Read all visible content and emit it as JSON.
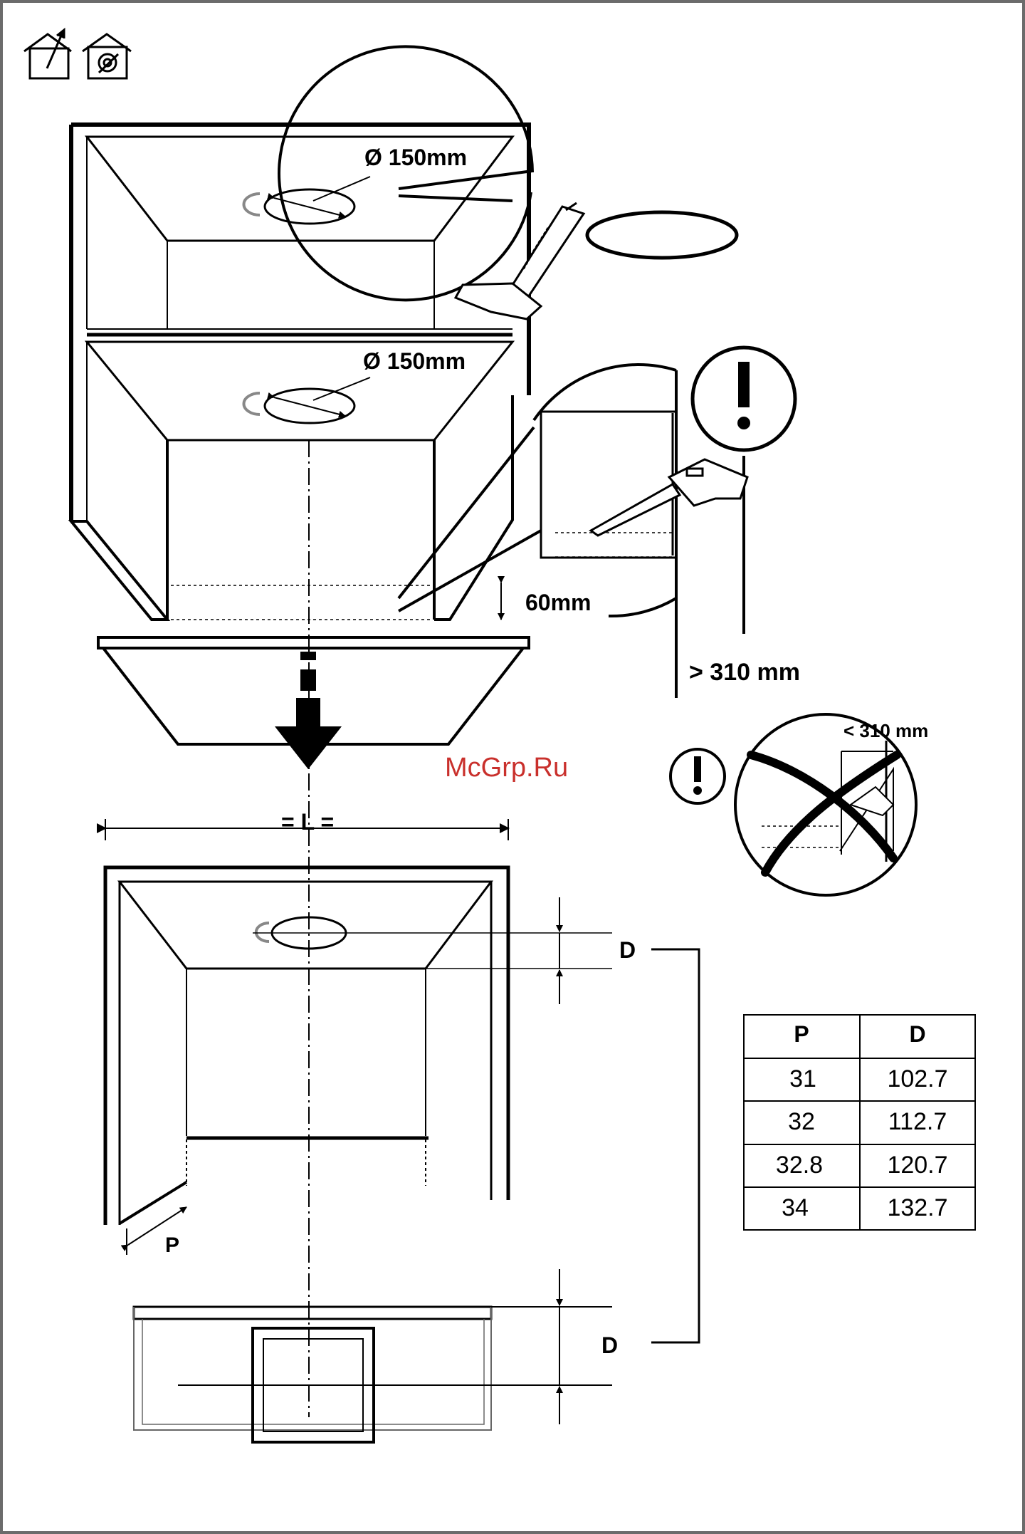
{
  "diagram": {
    "top_icons": [
      "duct-out-house-icon",
      "recirculation-house-icon"
    ],
    "cut_labels": {
      "upper_diameter": "Ø 150mm",
      "lower_diameter": "Ø 150mm",
      "cut_height": "60mm",
      "min_depth": "> 310 mm",
      "bad_depth": "< 310 mm"
    },
    "dimension_labels": {
      "width": "= L =",
      "depth_top": "D",
      "depth_bottom": "D",
      "panel_p": "P"
    },
    "watermark": "McGrp.Ru",
    "table": {
      "headers": [
        "P",
        "D"
      ],
      "rows": [
        [
          "31",
          "102.7"
        ],
        [
          "32",
          "112.7"
        ],
        [
          "32.8",
          "120.7"
        ],
        [
          "34",
          "132.7"
        ]
      ]
    }
  }
}
